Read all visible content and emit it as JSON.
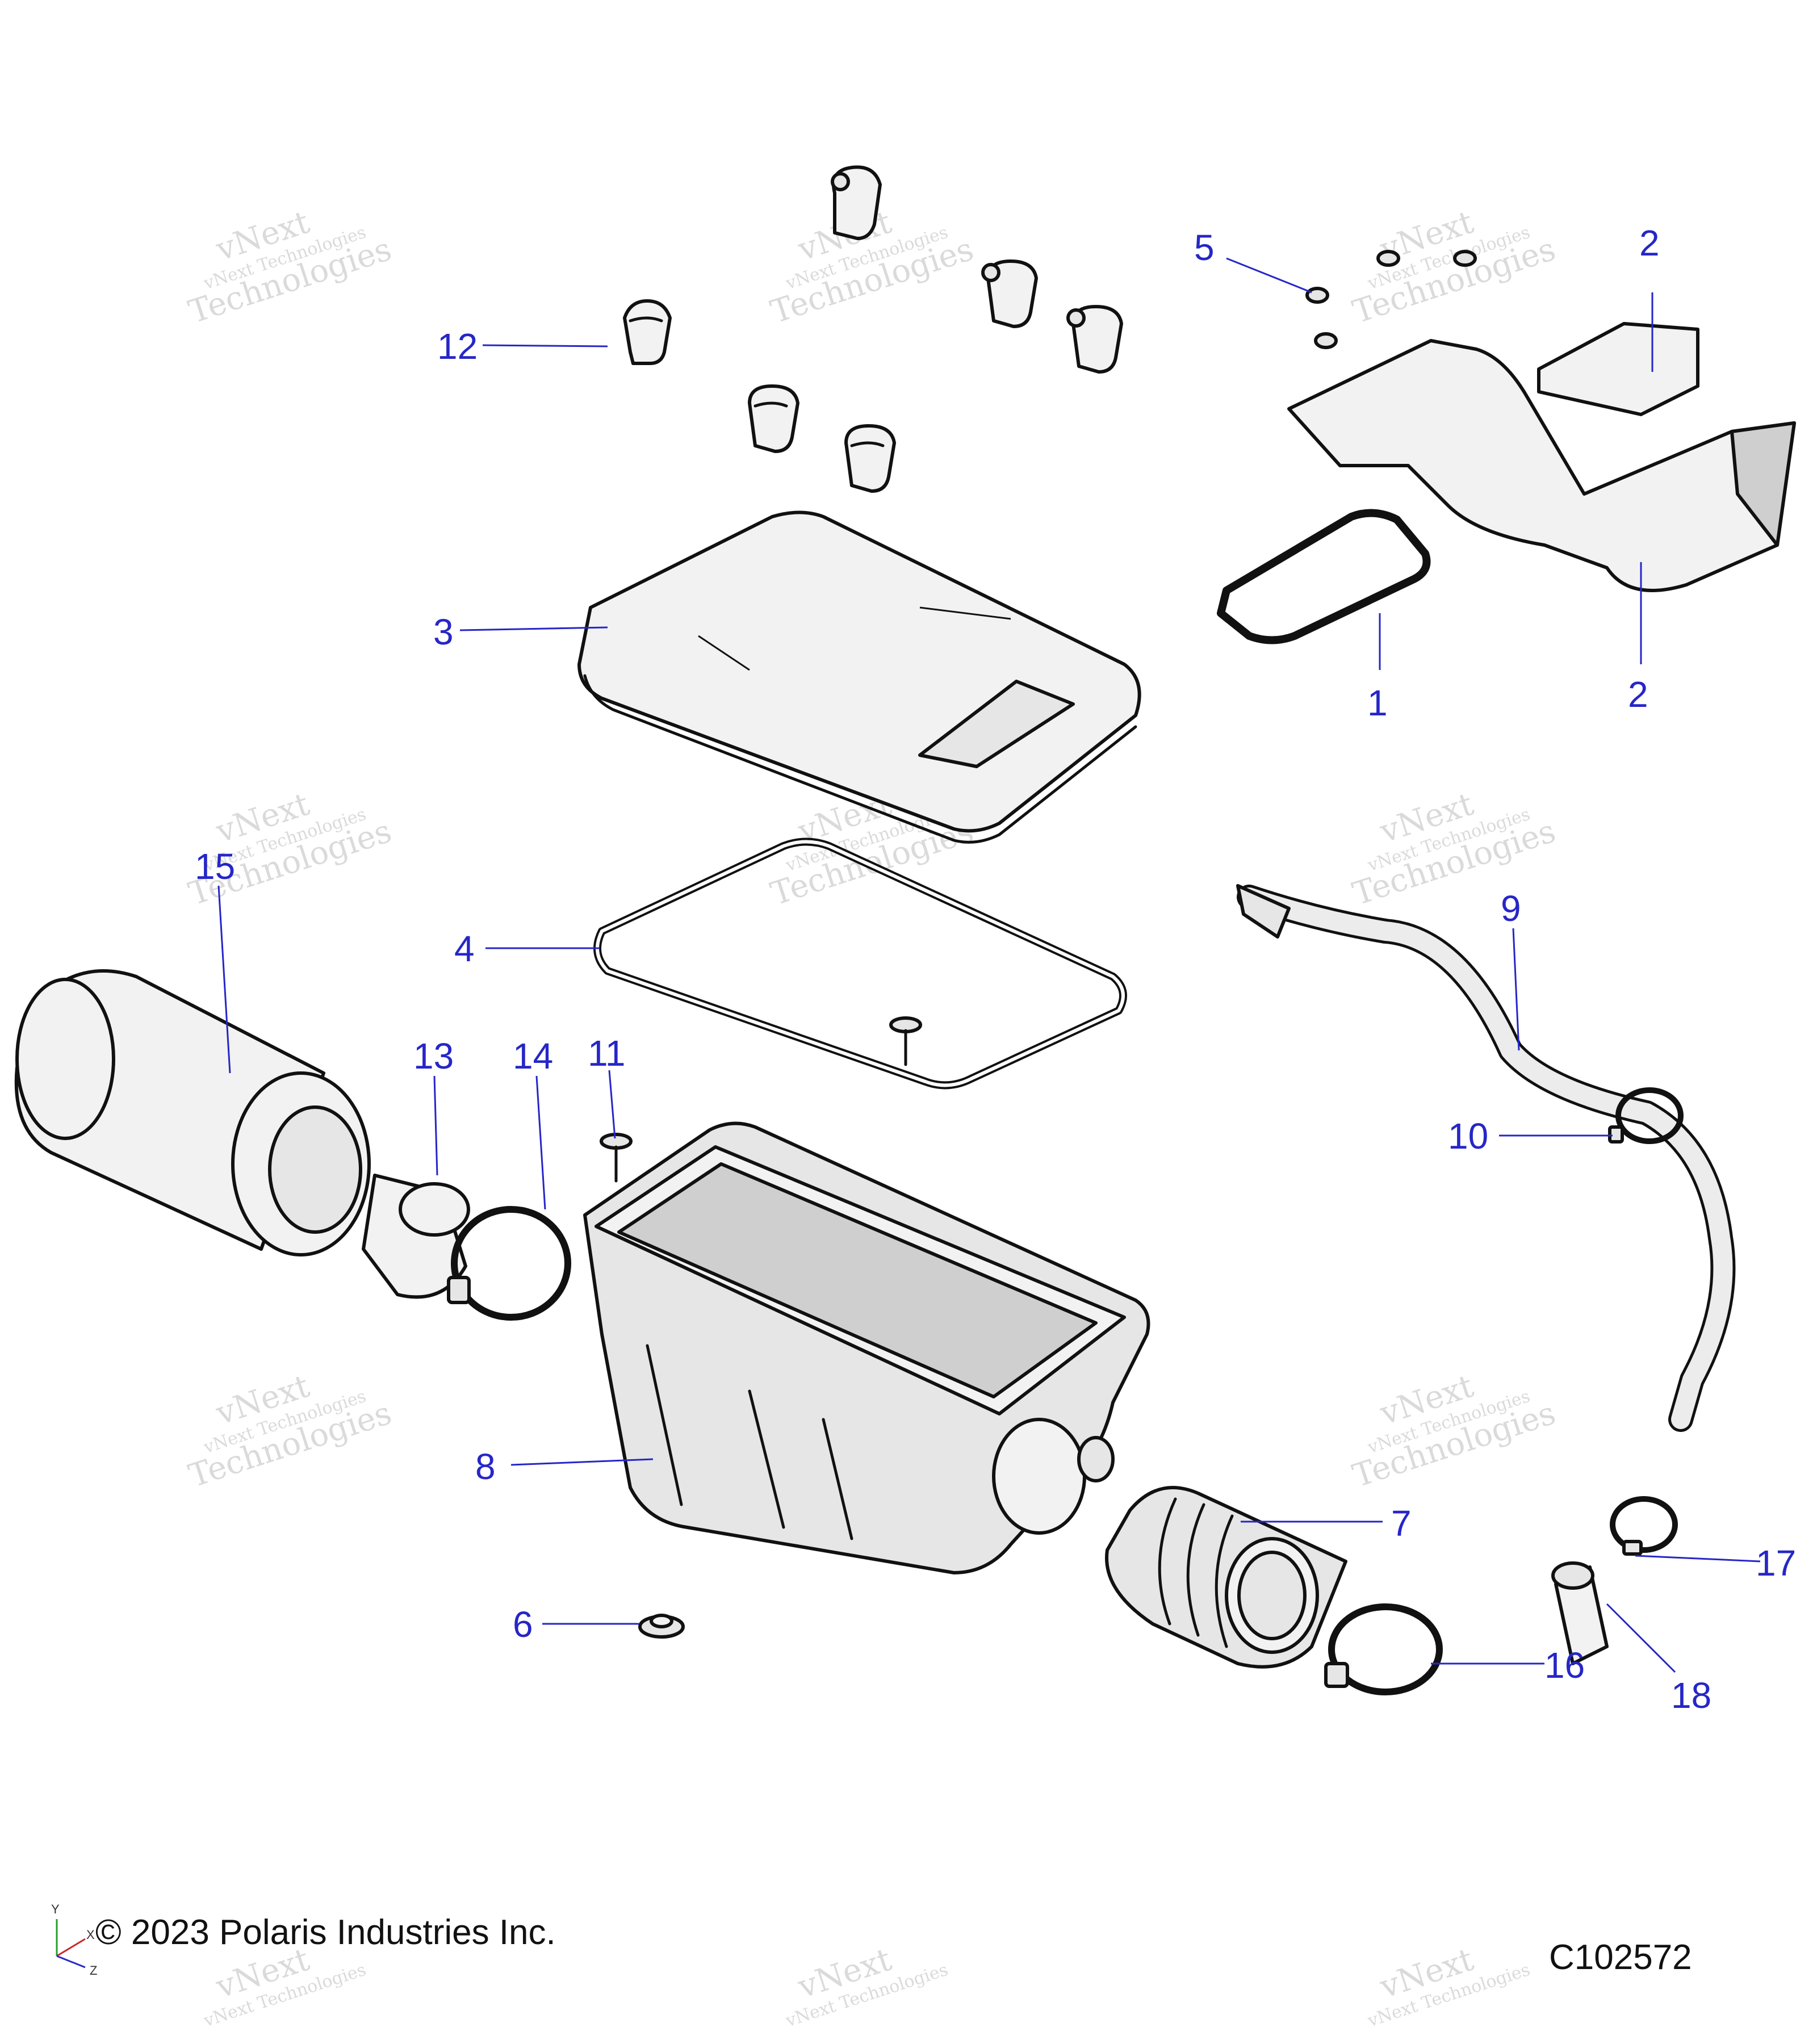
{
  "callouts": [
    {
      "num": "1"
    },
    {
      "num": "2"
    },
    {
      "num": "2"
    },
    {
      "num": "3"
    },
    {
      "num": "4"
    },
    {
      "num": "5"
    },
    {
      "num": "6"
    },
    {
      "num": "7"
    },
    {
      "num": "8"
    },
    {
      "num": "9"
    },
    {
      "num": "10"
    },
    {
      "num": "11"
    },
    {
      "num": "12"
    },
    {
      "num": "13"
    },
    {
      "num": "14"
    },
    {
      "num": "15"
    },
    {
      "num": "16"
    },
    {
      "num": "17"
    },
    {
      "num": "18"
    }
  ],
  "watermark": {
    "line1": "vNext",
    "line2": "vNext Technologies",
    "line3": "Technologies"
  },
  "copyright": "© 2023 Polaris Industries Inc.",
  "catalog_id": "C102572",
  "axes": {
    "y": "Y",
    "x": "X",
    "z": "Z"
  },
  "colors": {
    "callout": "#2626c8",
    "part_fill": "#e6e6e6",
    "outline": "#111111"
  }
}
